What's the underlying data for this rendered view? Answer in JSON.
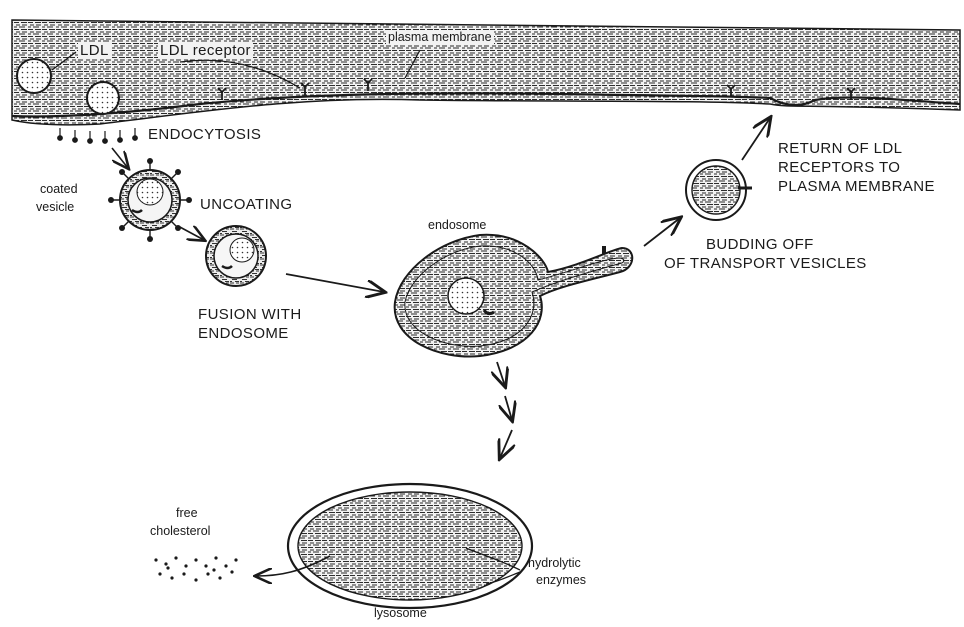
{
  "labels": {
    "ldl": "LDL",
    "ldl_receptor": "LDL receptor",
    "plasma_membrane": "plasma membrane",
    "endocytosis": "ENDOCYTOSIS",
    "coated_vesicle_1": "coated",
    "coated_vesicle_2": "vesicle",
    "uncoating": "UNCOATING",
    "fusion_1": "FUSION WITH",
    "fusion_2": "ENDOSOME",
    "endosome": "endosome",
    "return_1": "RETURN OF LDL",
    "return_2": "RECEPTORS TO",
    "return_3": "PLASMA MEMBRANE",
    "budding_1": "BUDDING OFF",
    "budding_2": "OF TRANSPORT VESICLES",
    "free_1": "free",
    "free_2": "cholesterol",
    "hydrolytic_1": "hydrolytic",
    "hydrolytic_2": "enzymes",
    "lysosome": "lysosome"
  },
  "colors": {
    "ink": "#1a1a1a",
    "texture": "#2b2b2b",
    "background": "#ffffff"
  }
}
